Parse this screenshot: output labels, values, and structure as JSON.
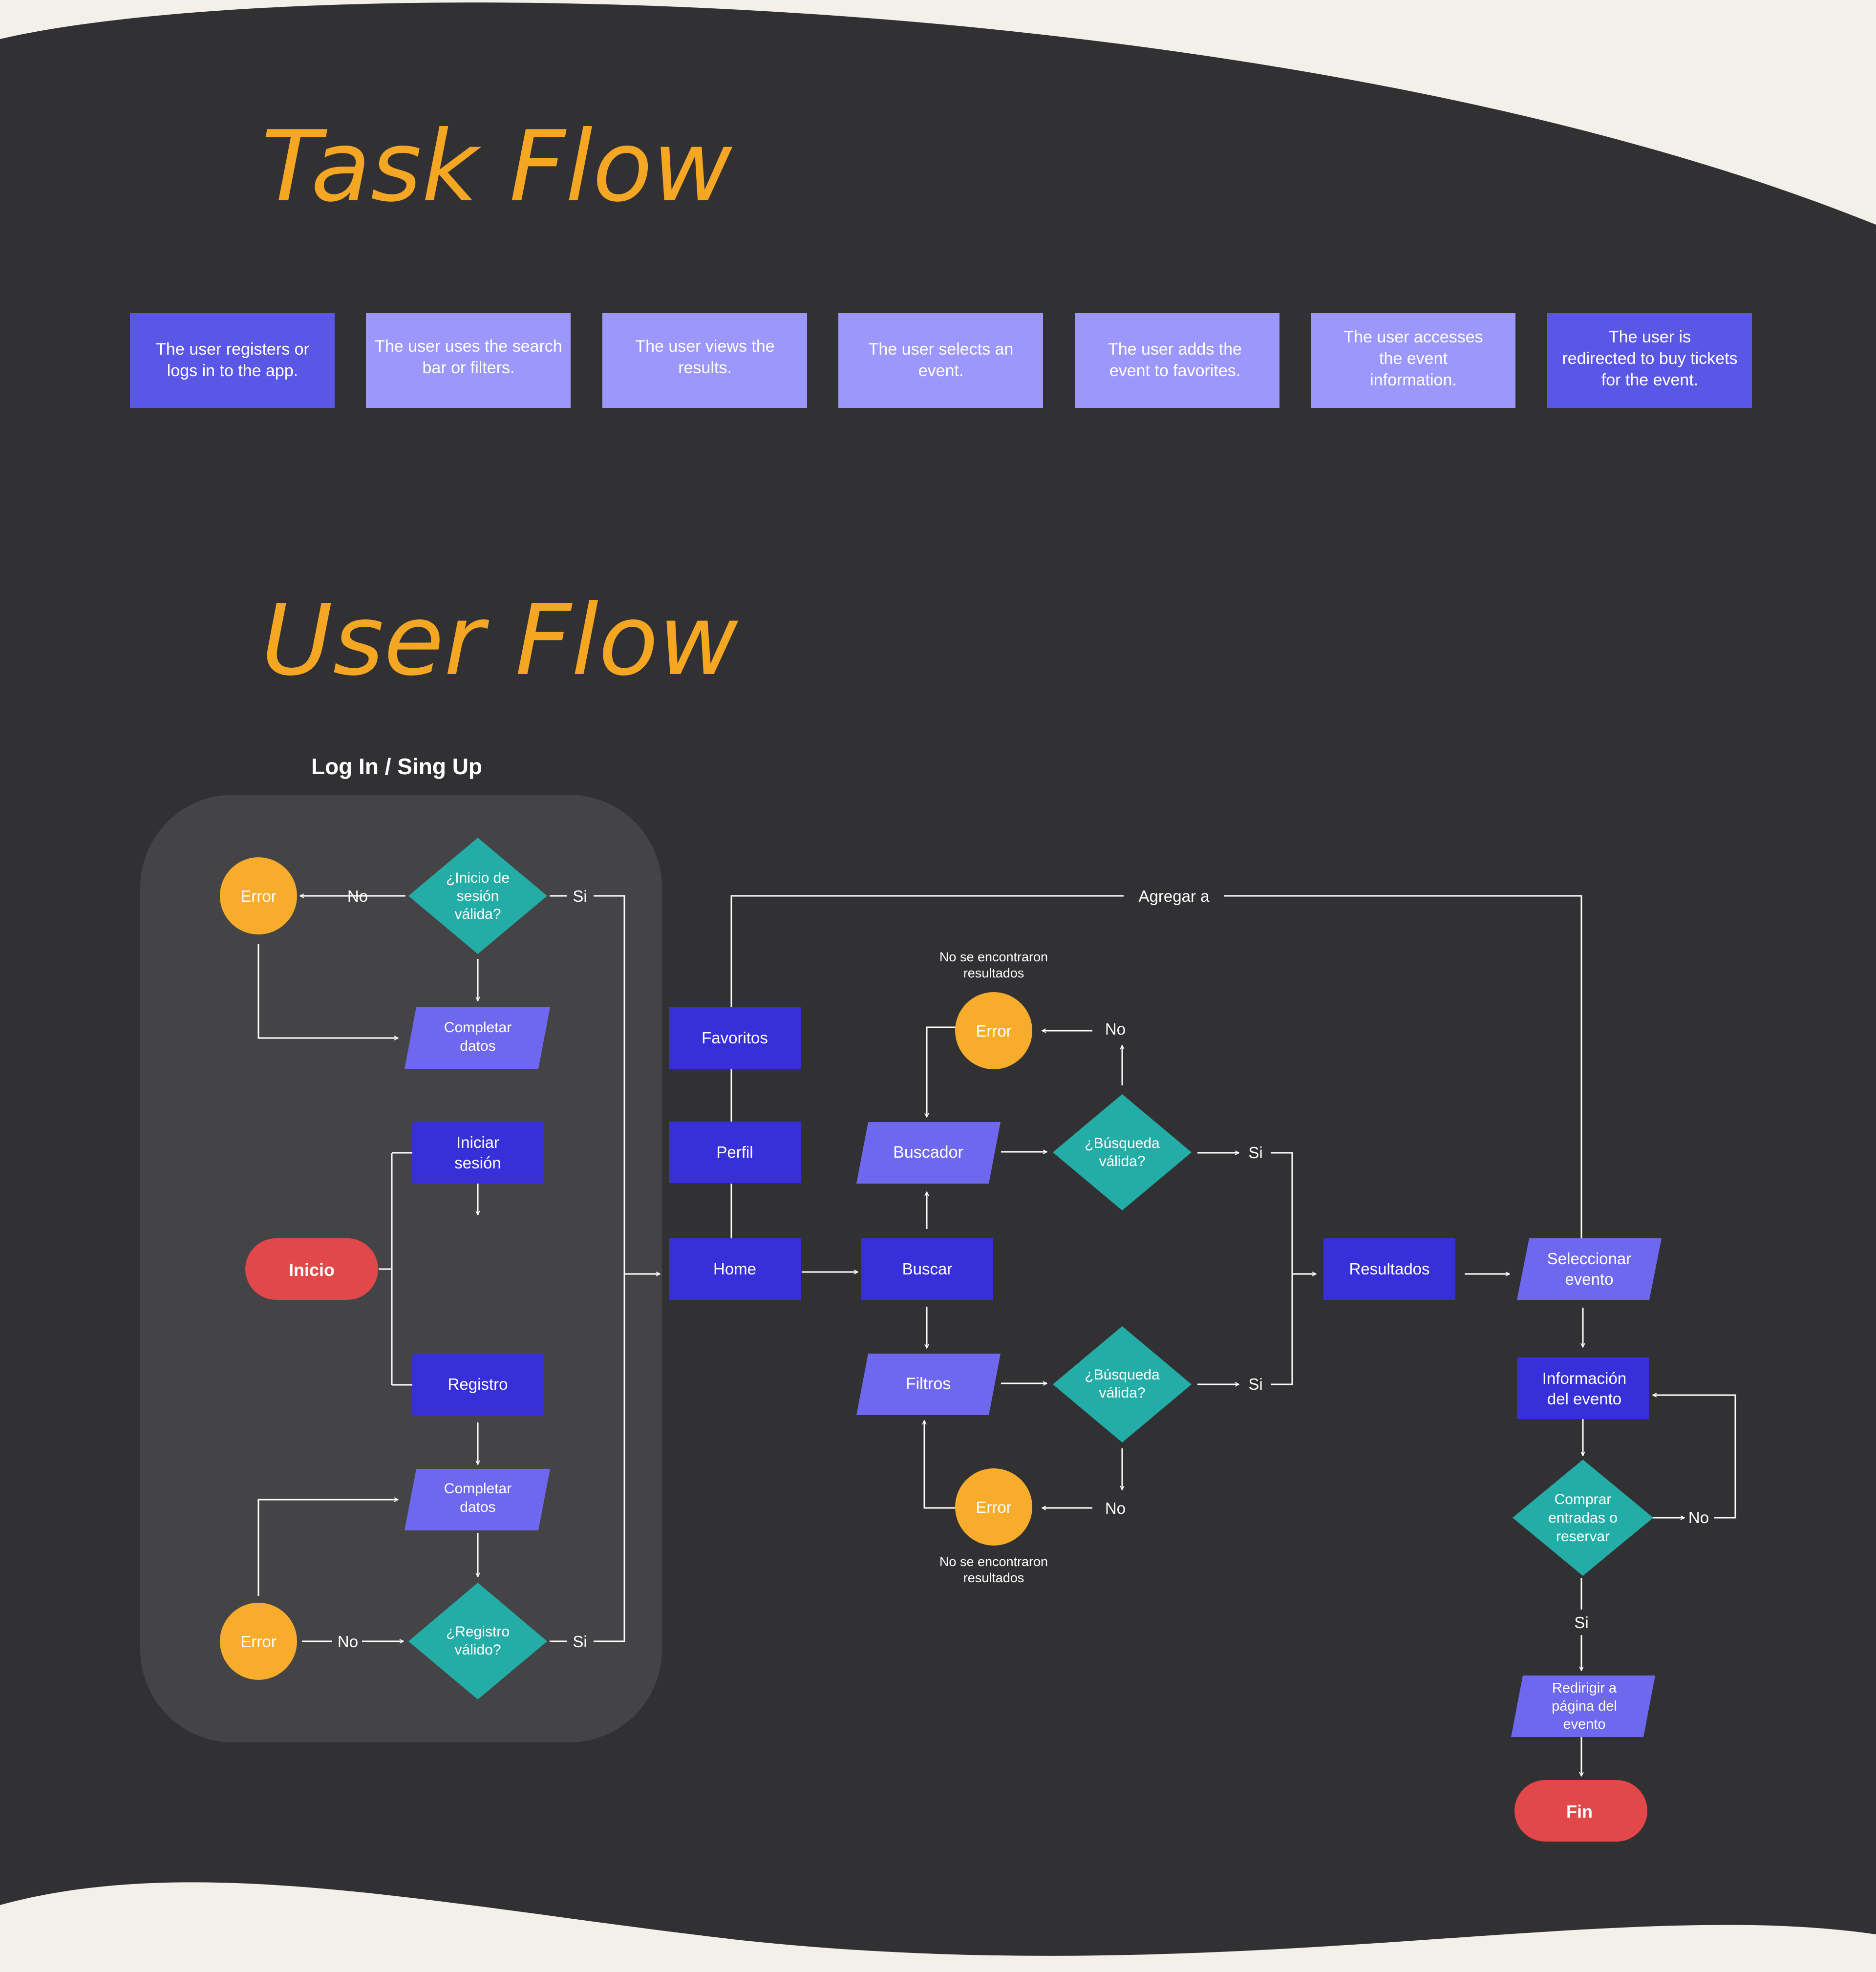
{
  "colors": {
    "page_background": "#f3f0e9",
    "board": "#313133",
    "group_panel": "#444446",
    "accent_title": "#f5a623",
    "task_dark": "#5b57e6",
    "task_light": "#9c97fa",
    "process_dark": "#3730d9",
    "io_shape": "#6e68ee",
    "decision": "#24ada7",
    "error_circle": "#f8ac2b",
    "terminal": "#e2474a",
    "connector": "#ffffff"
  },
  "task_flow": {
    "title": "Task Flow",
    "steps": [
      {
        "text": "The user registers or logs in to the app.",
        "style": "dark"
      },
      {
        "text": "The user uses the search bar or filters.",
        "style": "light"
      },
      {
        "text": "The user views the results.",
        "style": "light"
      },
      {
        "text": "The user selects an event.",
        "style": "light"
      },
      {
        "text": "The user adds the event to favorites.",
        "style": "light"
      },
      {
        "text": "The user accesses the event information.",
        "style": "light"
      },
      {
        "text": "The user is redirected to buy tickets for the event.",
        "style": "dark"
      }
    ]
  },
  "user_flow": {
    "title": "User Flow",
    "group_title": "Log In / Sing Up",
    "nodes": {
      "inicio": "Inicio",
      "iniciar_sesion": "Iniciar sesión",
      "registro": "Registro",
      "completar_datos_login": "Completar datos",
      "completar_datos_registro": "Completar datos",
      "login_decision": "¿Inicio de sesión válida?",
      "registro_decision": "¿Registro válido?",
      "login_error": "Error",
      "registro_error": "Error",
      "home": "Home",
      "perfil": "Perfil",
      "favoritos": "Favoritos",
      "buscar": "Buscar",
      "buscador": "Buscador",
      "filtros": "Filtros",
      "busqueda_decision_top": "¿Búsqueda válida?",
      "busqueda_decision_bottom": "¿Búsqueda válida?",
      "search_error_top": "Error",
      "search_error_bottom": "Error",
      "no_results_top": "No se encontraron resultados",
      "no_results_bottom": "No se encontraron resultados",
      "resultados": "Resultados",
      "seleccionar_evento": "Seleccionar evento",
      "informacion_evento": "Información del evento",
      "comprar_decision": "Comprar entradas o reservar",
      "redirigir": "Redirigir a página del evento",
      "fin": "Fin"
    },
    "edge_labels": {
      "login_no": "No",
      "login_si": "Si",
      "registro_no": "No",
      "registro_si": "Si",
      "search_top_no": "No",
      "search_top_si": "Si",
      "search_bottom_no": "No",
      "search_bottom_si": "Si",
      "agregar": "Agregar a",
      "comprar_no": "No",
      "comprar_si": "Si"
    }
  }
}
